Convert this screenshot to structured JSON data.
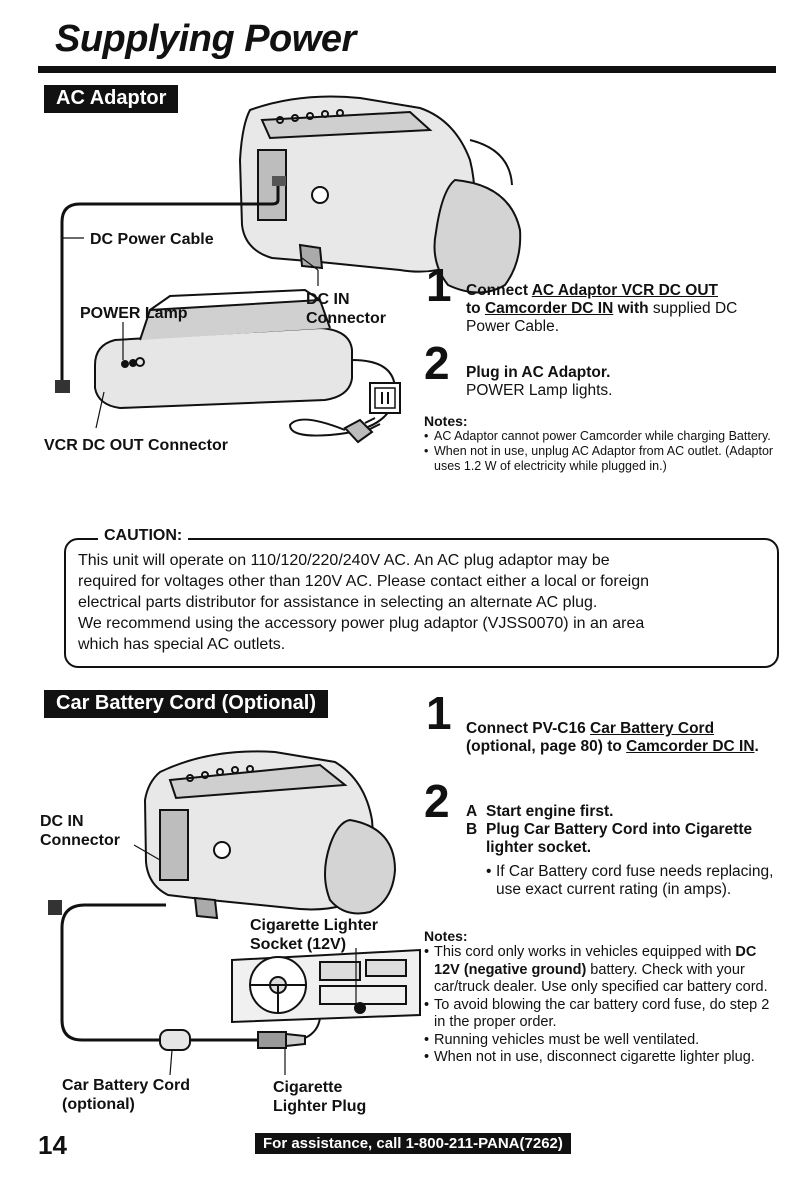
{
  "page": {
    "title": "Supplying Power",
    "page_number": "14",
    "assistance": "For assistance, call 1-800-211-PANA(7262)"
  },
  "ac_adaptor": {
    "heading": "AC Adaptor",
    "callouts": {
      "dc_power_cable": "DC Power Cable",
      "power_lamp": "POWER Lamp",
      "dc_in_connector_line1": "DC IN",
      "dc_in_connector_line2": "Connector",
      "vcr_dc_out": "VCR DC OUT Connector"
    },
    "step1": {
      "number": "1",
      "bold_a": "Connect ",
      "underline_a": "AC Adaptor VCR DC OUT",
      "bold_b": "to ",
      "underline_b": "Camcorder DC IN",
      "bold_c": " with",
      "normal": " supplied DC Power Cable."
    },
    "step2": {
      "number": "2",
      "bold": "Plug in AC Adaptor.",
      "normal": "POWER Lamp lights."
    },
    "notes_heading": "Notes:",
    "notes": [
      "AC Adaptor cannot power Camcorder while charging Battery.",
      "When not in use, unplug AC Adaptor from AC outlet. (Adaptor uses 1.2 W of electricity while plugged in.)"
    ]
  },
  "caution": {
    "label": "CAUTION:",
    "line1": "This unit will operate on 110/120/220/240V AC. An AC plug adaptor may be",
    "line2": "required for voltages other than 120V AC. Please contact either a local or foreign",
    "line3": "electrical parts distributor for assistance in selecting an alternate AC plug.",
    "line4": "We recommend using the accessory power plug adaptor (VJSS0070) in an area",
    "line5": "which has special AC outlets."
  },
  "car_battery": {
    "heading": "Car Battery Cord (Optional)",
    "callouts": {
      "dc_in_line1": "DC IN",
      "dc_in_line2": "Connector",
      "socket_line1": "Cigarette Lighter",
      "socket_line2": "Socket (12V)",
      "cord_line1": "Car Battery Cord",
      "cord_line2": "(optional)",
      "plug_line1": "Cigarette",
      "plug_line2": "Lighter Plug"
    },
    "step1": {
      "number": "1",
      "bold_a": "Connect PV-C16 ",
      "underline_a": "Car Battery Cord",
      "bold_b": " (optional, page 80) to ",
      "underline_b": "Camcorder DC IN",
      "bold_c": "."
    },
    "step2": {
      "number": "2",
      "a_letter": "A",
      "a_text": "Start engine first.",
      "b_letter": "B",
      "b_text": "Plug Car Battery Cord into Cigarette lighter socket.",
      "bullet": "If Car Battery cord fuse needs replacing, use exact current rating (in amps)."
    },
    "notes_heading": "Notes:",
    "note1_a": "This cord only works in vehicles equipped with ",
    "note1_bold": "DC 12V (negative ground)",
    "note1_b": " battery. Check with your car/truck dealer. Use only specified car battery cord.",
    "note2": "To avoid blowing the car battery cord fuse, do step 2 in the proper order.",
    "note3": "Running vehicles must be well ventilated.",
    "note4": "When not in use, disconnect cigarette lighter plug."
  }
}
